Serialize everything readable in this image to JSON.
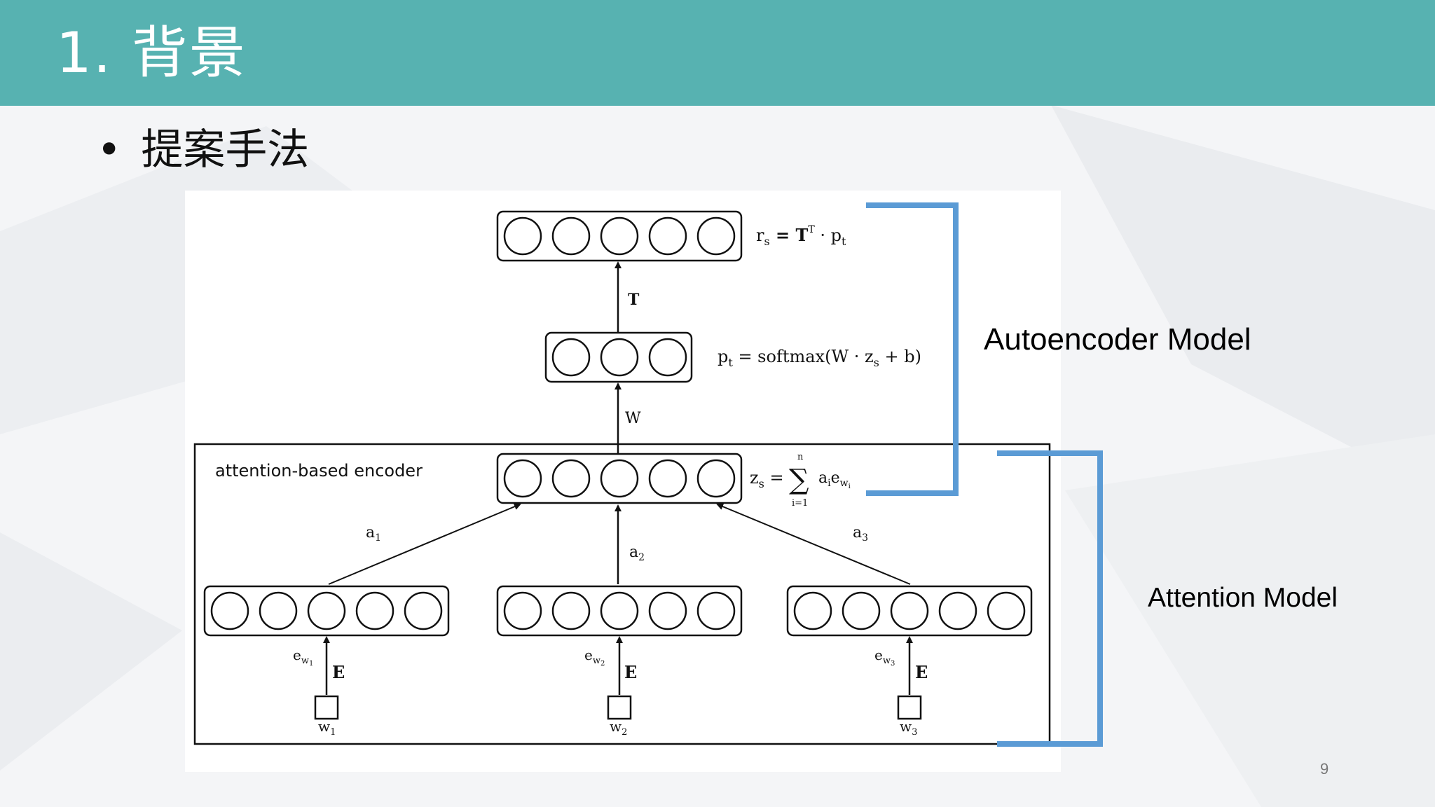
{
  "header": {
    "title": "1. 背景"
  },
  "bullet": {
    "dot": "•",
    "text": "提案手法"
  },
  "diagram": {
    "encoder_label": "attention-based encoder",
    "eq_rs": "r",
    "eq_rs_sub": "s",
    "eq_rs_rest": " = T",
    "eq_rs_sup": "T",
    "eq_rs_tail": " · p",
    "eq_rs_tail_sub": "t",
    "eq_pt": "p",
    "eq_pt_sub": "t",
    "eq_pt_rest": " = softmax(W · z",
    "eq_pt_rest_sub": "s",
    "eq_pt_tail": " + b)",
    "eq_zs": "z",
    "eq_zs_sub": "s",
    "eq_zs_eq": " = ",
    "eq_zs_sigma": "∑",
    "eq_zs_top": "n",
    "eq_zs_bottom": "i=1",
    "eq_zs_a": "a",
    "eq_zs_a_sub": "i",
    "eq_zs_e": "e",
    "eq_zs_e_sub": "w",
    "eq_zs_e_subsub": "i",
    "label_T": "T",
    "label_W": "W",
    "a1": "a",
    "a1_sub": "1",
    "a2": "a",
    "a2_sub": "2",
    "a3": "a",
    "a3_sub": "3",
    "ew1": "e",
    "ew1_sub": "w",
    "ew1_subsub": "1",
    "ew2": "e",
    "ew2_sub": "w",
    "ew2_subsub": "2",
    "ew3": "e",
    "ew3_sub": "w",
    "ew3_subsub": "3",
    "E1": "E",
    "E2": "E",
    "E3": "E",
    "w1": "w",
    "w1_sub": "1",
    "w2": "w",
    "w2_sub": "2",
    "w3": "w",
    "w3_sub": "3"
  },
  "labels": {
    "autoencoder": "Autoencoder Model",
    "attention": "Attention Model"
  },
  "colors": {
    "header": "#57b2b1",
    "bracket": "#5b9bd5"
  },
  "page_number": "9"
}
